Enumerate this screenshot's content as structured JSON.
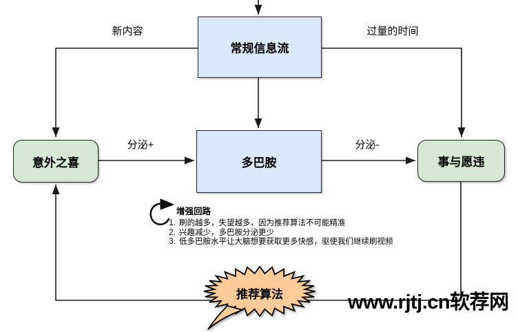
{
  "diagram": {
    "nodes": {
      "feed": {
        "label": "常规信息流"
      },
      "surprise": {
        "label": "意外之喜"
      },
      "dopamine": {
        "label": "多巴胺"
      },
      "backfire": {
        "label": "事与愿违"
      },
      "algorithm": {
        "label": "推荐算法"
      }
    },
    "edges": {
      "new_content": {
        "label": "新内容"
      },
      "excess_time": {
        "label": "过量的时间"
      },
      "secretion_plus": {
        "label": "分泌+"
      },
      "secretion_minus": {
        "label": "分泌-"
      }
    },
    "note": {
      "title": "增强回路",
      "items": [
        "刷的越多，失望越多，因为推荐算法不可能精准",
        "兴趣减少，多巴胺分泌更少",
        "低多巴胺水平让大脑想要获取更多快感，驱使我们继续刷视频"
      ]
    },
    "watermark": "www.rjtj.cn软荐网",
    "colors": {
      "node_blue_fill": "#dae8fc",
      "node_green_fill": "#d5e8d4",
      "burst_fill": "#ffcc99",
      "line": "#1a1a1a"
    }
  }
}
